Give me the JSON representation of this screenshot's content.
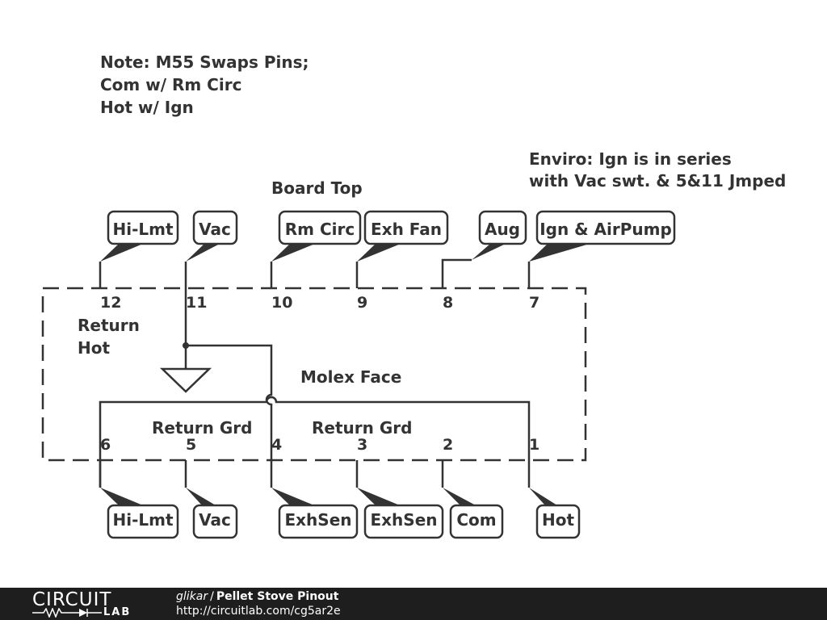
{
  "notes": {
    "m55_line1": "Note: M55 Swaps Pins;",
    "m55_line2": "Com w/ Rm Circ",
    "m55_line3": "Hot w/ Ign",
    "enviro_line1": "Enviro: Ign is in series",
    "enviro_line2": "with Vac swt. & 5&11 Jmped"
  },
  "section_labels": {
    "board_top": "Board Top",
    "molex_face": "Molex Face",
    "return_hot_line1": "Return",
    "return_hot_line2": "Hot",
    "return_grd_left": "Return Grd",
    "return_grd_right": "Return Grd"
  },
  "top_pins": [
    {
      "number": "12",
      "label": "Hi-Lmt"
    },
    {
      "number": "11",
      "label": "Vac"
    },
    {
      "number": "10",
      "label": "Rm Circ"
    },
    {
      "number": "9",
      "label": "Exh Fan"
    },
    {
      "number": "8",
      "label": "Aug"
    },
    {
      "number": "7",
      "label": "Ign & AirPump"
    }
  ],
  "bottom_pins": [
    {
      "number": "6",
      "label": "Hi-Lmt"
    },
    {
      "number": "5",
      "label": "Vac"
    },
    {
      "number": "4",
      "label": "ExhSen"
    },
    {
      "number": "3",
      "label": "ExhSen"
    },
    {
      "number": "2",
      "label": "Com"
    },
    {
      "number": "1",
      "label": "Hot"
    }
  ],
  "footer": {
    "logo_top": "CIRCUIT",
    "logo_bottom": "LAB",
    "author": "glikar",
    "separator": "/",
    "title": "Pellet Stove Pinout",
    "url": "http://circuitlab.com/cg5ar2e"
  }
}
